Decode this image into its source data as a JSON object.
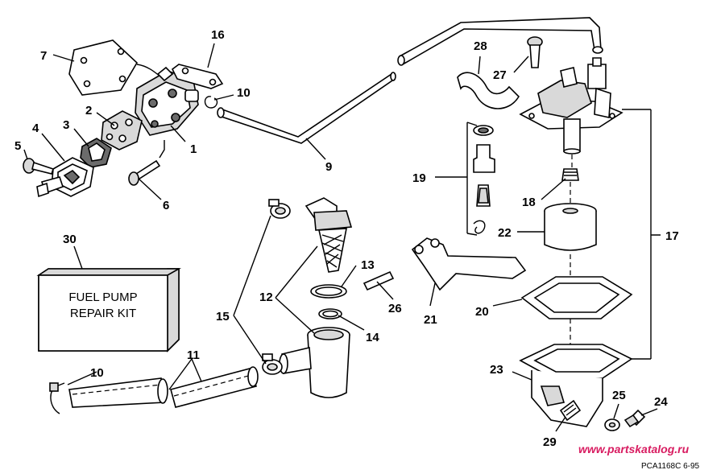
{
  "diagram": {
    "labels": {
      "n1": "1",
      "n2": "2",
      "n3": "3",
      "n4": "4",
      "n5": "5",
      "n6": "6",
      "n7": "7",
      "n9": "9",
      "n10a": "10",
      "n10b": "10",
      "n11": "11",
      "n12": "12",
      "n13": "13",
      "n14": "14",
      "n15": "15",
      "n16": "16",
      "n17": "17",
      "n18": "18",
      "n19": "19",
      "n20": "20",
      "n21": "21",
      "n22": "22",
      "n23": "23",
      "n24": "24",
      "n25": "25",
      "n26": "26",
      "n27": "27",
      "n28": "28",
      "n29": "29",
      "n30": "30"
    },
    "kit_box": {
      "line1": "FUEL PUMP",
      "line2": "REPAIR KIT"
    },
    "watermark": "www.partskatalog.ru",
    "figure_code": "PCA1168C   6-95",
    "colors": {
      "ink": "#000000",
      "watermark": "#d81b60"
    }
  }
}
